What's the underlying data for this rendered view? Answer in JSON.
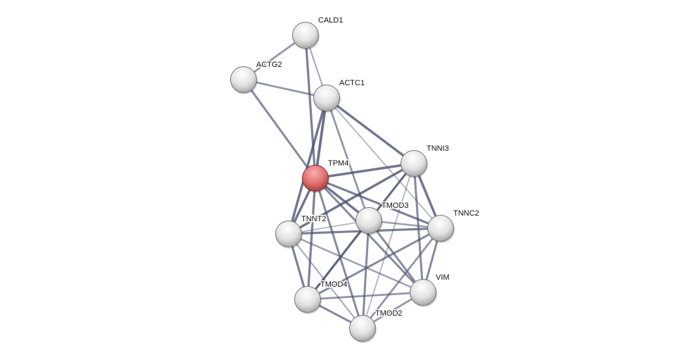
{
  "network": {
    "query_protein": "TPM4",
    "colors": {
      "query": "#e06a6a",
      "node": "#e8e8e8",
      "edge": "#4a5270"
    },
    "nodes": [
      "CALD1",
      "ACTG2",
      "ACTC1",
      "TNNI3",
      "TPM4",
      "TMOD3",
      "TNNC2",
      "TNNT2",
      "VIM",
      "TMOD4",
      "TMOD2"
    ],
    "edges": [
      [
        "CALD1",
        "ACTG2",
        0.6
      ],
      [
        "CALD1",
        "TPM4",
        0.8
      ],
      [
        "CALD1",
        "ACTC1",
        0.4
      ],
      [
        "ACTG2",
        "ACTC1",
        0.6
      ],
      [
        "ACTG2",
        "TPM4",
        0.7
      ],
      [
        "ACTC1",
        "TPM4",
        0.95
      ],
      [
        "ACTC1",
        "TNNI3",
        0.9
      ],
      [
        "ACTC1",
        "TMOD3",
        0.6
      ],
      [
        "ACTC1",
        "TNNC2",
        0.3
      ],
      [
        "ACTC1",
        "TNNT2",
        0.9
      ],
      [
        "TPM4",
        "TNNI3",
        0.9
      ],
      [
        "TPM4",
        "TMOD3",
        0.9
      ],
      [
        "TPM4",
        "TNNC2",
        0.8
      ],
      [
        "TPM4",
        "TNNT2",
        0.9
      ],
      [
        "TPM4",
        "TMOD4",
        0.8
      ],
      [
        "TPM4",
        "TMOD2",
        0.7
      ],
      [
        "TPM4",
        "VIM",
        0.7
      ],
      [
        "TNNI3",
        "TNNT2",
        0.9
      ],
      [
        "TNNI3",
        "TMOD3",
        0.7
      ],
      [
        "TNNI3",
        "TNNC2",
        0.9
      ],
      [
        "TNNI3",
        "VIM",
        0.7
      ],
      [
        "TNNI3",
        "TMOD4",
        0.6
      ],
      [
        "TNNI3",
        "TMOD2",
        0.3
      ],
      [
        "TNNT2",
        "TMOD3",
        0.3
      ],
      [
        "TNNT2",
        "TNNC2",
        0.8
      ],
      [
        "TNNT2",
        "TMOD4",
        0.8
      ],
      [
        "TNNT2",
        "TMOD2",
        0.4
      ],
      [
        "TNNT2",
        "VIM",
        0.5
      ],
      [
        "TMOD3",
        "TNNC2",
        0.5
      ],
      [
        "TMOD3",
        "TMOD4",
        0.8
      ],
      [
        "TMOD3",
        "TMOD2",
        0.7
      ],
      [
        "TMOD3",
        "VIM",
        0.7
      ],
      [
        "TNNC2",
        "VIM",
        0.7
      ],
      [
        "TNNC2",
        "TMOD4",
        0.7
      ],
      [
        "TNNC2",
        "TMOD2",
        0.6
      ],
      [
        "TMOD4",
        "VIM",
        0.6
      ],
      [
        "TMOD4",
        "TMOD2",
        0.7
      ],
      [
        "TMOD2",
        "VIM",
        0.6
      ]
    ]
  }
}
